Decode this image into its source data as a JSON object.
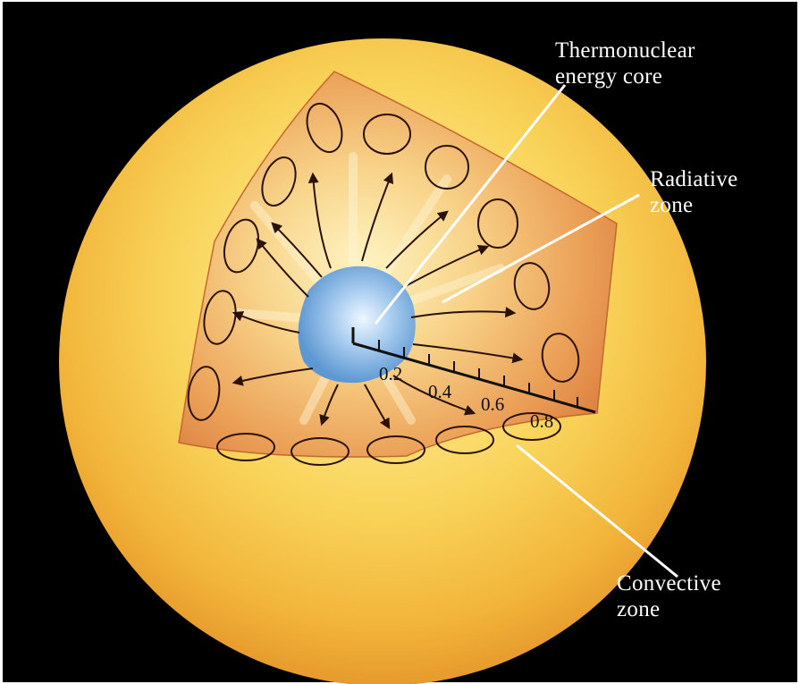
{
  "labels": {
    "core": [
      "Thermonuclear",
      "energy core"
    ],
    "radiative": [
      "Radiative",
      "zone"
    ],
    "convective": [
      "Convective",
      "zone"
    ]
  },
  "scale": {
    "tick_labels": [
      "0.2",
      "0.4",
      "0.6",
      "0.8"
    ]
  },
  "colors": {
    "background": "#000000",
    "sun_surface": "#f6c23a",
    "core": "#7fb2e0",
    "cutaway": "#e79a4e",
    "label_text": "#ffffff"
  }
}
